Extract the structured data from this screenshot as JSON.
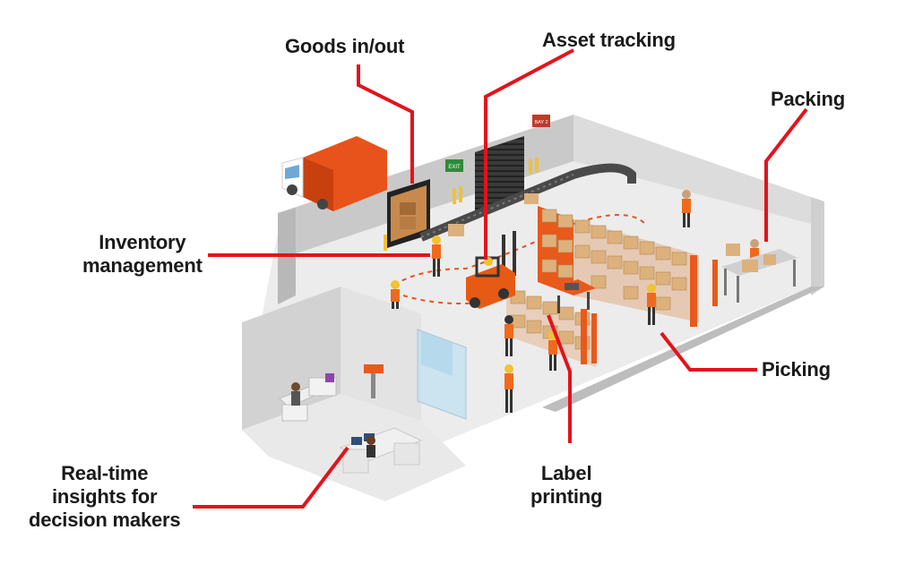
{
  "labels": {
    "goods": "Goods in/out",
    "asset": "Asset tracking",
    "packing": "Packing",
    "inventory": [
      "Inventory",
      "management"
    ],
    "picking": "Picking",
    "label_printing": [
      "Label",
      "printing"
    ],
    "realtime": [
      "Real-time",
      "insights for",
      "decision makers"
    ]
  },
  "signs": {
    "green_sign": "EXIT",
    "red_sign": "BAY 2"
  },
  "colors": {
    "callout_line": "#e3131b",
    "wall": "#d6d6d6",
    "floor": "#ececec",
    "box": "#dcb17c",
    "rack": "#e8591c",
    "truck": "#e8531b",
    "forklift": "#e65a14",
    "worker_vest": "#f06a1d",
    "conveyor": "#4a4a4a"
  }
}
